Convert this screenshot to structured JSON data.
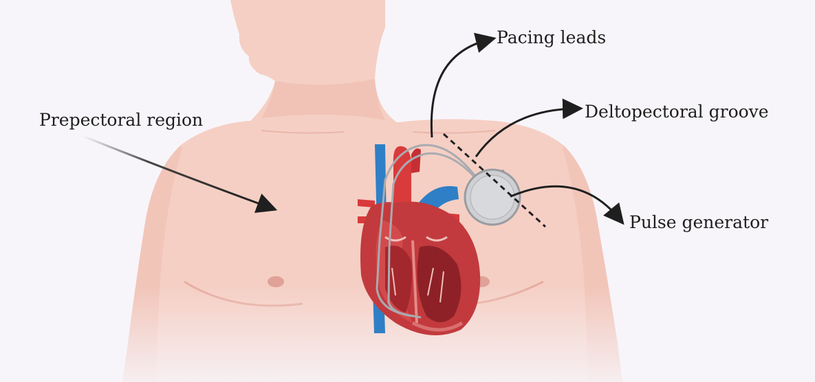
{
  "labels": {
    "prepectoral": "Prepectoral region",
    "pacing_leads": "Pacing leads",
    "deltopectoral": "Deltopectoral groove",
    "pulse_generator": "Pulse generator"
  },
  "colors": {
    "background": "#f7f5fa",
    "skin": "#f5cfc4",
    "skin_shadow": "#efbdb0",
    "nipple": "#dfa198",
    "heart_muscle": "#c23a3d",
    "heart_dark": "#8e2127",
    "artery": "#d93a3c",
    "vein": "#2f7fc6",
    "device": "#cfd0d3",
    "arrow": "#1f1f1f"
  }
}
